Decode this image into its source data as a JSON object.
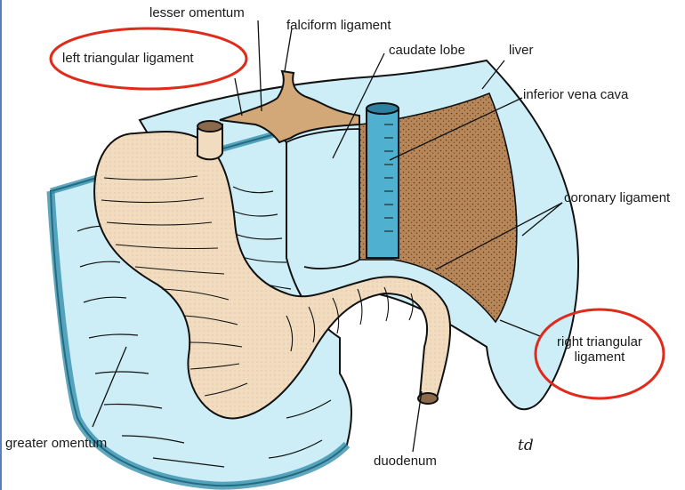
{
  "labels": {
    "lesser_omentum": "lesser omentum",
    "falciform_ligament": "falciform ligament",
    "left_triangular_ligament": "left triangular ligament",
    "caudate_lobe": "caudate lobe",
    "liver": "liver",
    "inferior_vena_cava": "inferior vena cava",
    "coronary_ligament": "coronary ligament",
    "right_triangular_ligament": "right triangular ligament",
    "greater_omentum": "greater omentum",
    "duodenum": "duodenum",
    "signature": "td"
  },
  "highlighted": [
    "left_triangular_ligament",
    "right_triangular_ligament"
  ],
  "colors": {
    "liver_fill": "#cdeef7",
    "omentum_edge": "#2b8aa8",
    "stomach_fill": "#f1dcc0",
    "area_bare_fill": "#b7875a",
    "vena_cava_fill": "#4fb0cf",
    "highlight_ring": "#e02a1c",
    "outline": "#111111"
  }
}
